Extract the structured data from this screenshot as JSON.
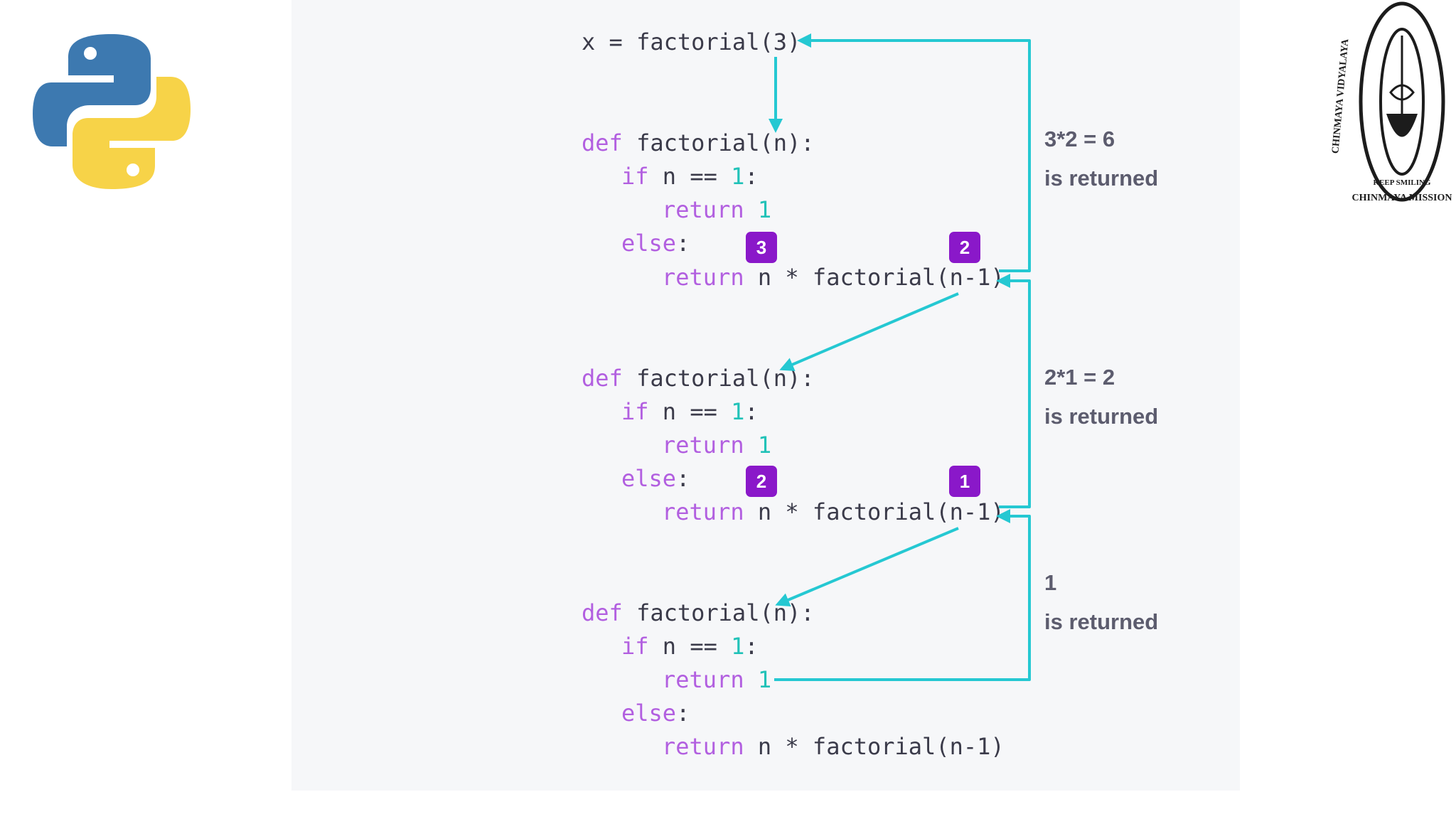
{
  "colors": {
    "keyword": "#b25fe0",
    "number": "#21c2b8",
    "text": "#3b3b4a",
    "arrow": "#25c8d2",
    "badge": "#8a18c9",
    "annotation": "#5c5c6e",
    "panel": "#f6f7f9"
  },
  "icons": {
    "left_logo": "python-logo-icon",
    "right_logo": "chinmaya-vidyalaya-emblem-icon"
  },
  "emblem": {
    "top_text": "CHINMAYA VIDYALAYA",
    "inner_text": "KEEP SMILING",
    "bottom_text": "CHINMAYA MISSION"
  },
  "call": {
    "var": "x",
    "eq": " = ",
    "expr": "factorial(3)"
  },
  "code": {
    "def": "def",
    "sig": " factorial(n):",
    "if_kw": "if",
    "cond": " n == ",
    "one": "1",
    "colon": ":",
    "return_kw": "return",
    "else_kw": "else",
    "recur": " n * factorial(n-1)"
  },
  "badges": {
    "block1_n": "3",
    "block1_call": "2",
    "block2_n": "2",
    "block2_call": "1"
  },
  "annotations": {
    "block1_value": "3*2 = 6",
    "block1_label": "is returned",
    "block2_value": "2*1 = 2",
    "block2_label": "is returned",
    "block3_value": "1",
    "block3_label": "is returned"
  }
}
